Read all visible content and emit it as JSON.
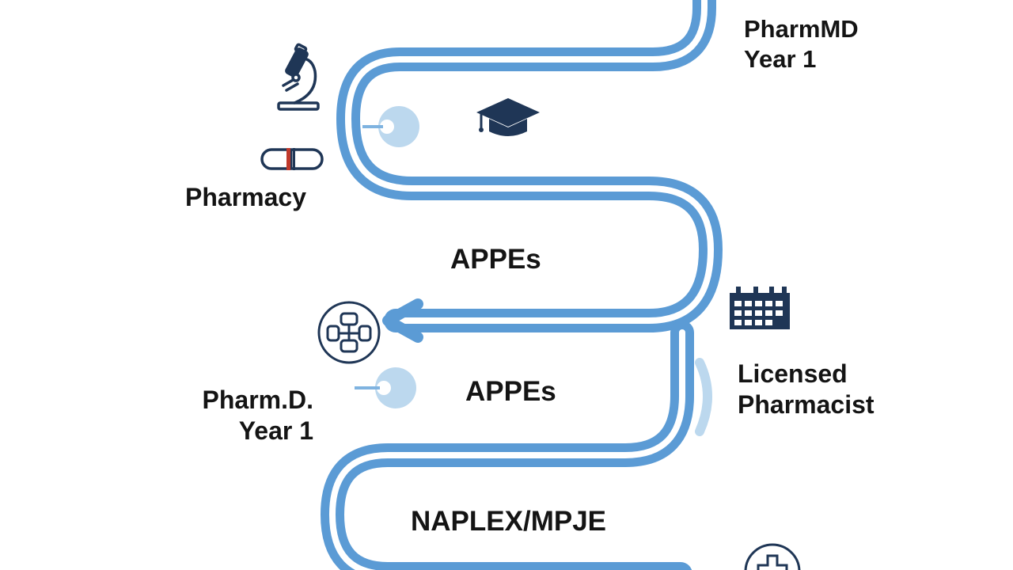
{
  "milestones": {
    "top": {
      "line1": "PharmMD",
      "line2": "Year 1"
    },
    "pharmacy": "Pharmacy",
    "appes_upper": "APPEs",
    "appes_lower": "APPEs",
    "pharmd": {
      "line1": "Pharm.D.",
      "line2": "Year 1"
    },
    "licensed": {
      "line1": "Licensed",
      "line2": "Pharmacist"
    },
    "naplex": "NAPLEX/MPJE"
  },
  "icons": [
    "microscope-icon",
    "graduation-cap-icon",
    "capsule-icon",
    "calendar-icon",
    "network-icon",
    "medical-cross-icon",
    "connector-icon"
  ],
  "colors": {
    "road": "#7fb3e0",
    "road_edge": "#5b9bd5",
    "road_light": "#bcd8ee",
    "icon_navy": "#1f3656",
    "accent_red": "#c0392b"
  }
}
